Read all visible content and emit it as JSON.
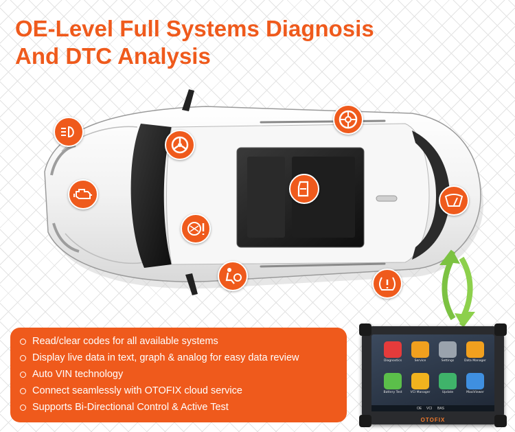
{
  "title": {
    "line1": "OE-Level Full Systems Diagnosis",
    "line2": "And DTC Analysis"
  },
  "colors": {
    "accent": "#ef5a1c",
    "text_on_accent": "#ffffff",
    "arrow_green": "#7cc242"
  },
  "system_icons": [
    {
      "name": "headlight-icon"
    },
    {
      "name": "steering-wheel-icon"
    },
    {
      "name": "wheel-icon"
    },
    {
      "name": "engine-icon"
    },
    {
      "name": "door-icon"
    },
    {
      "name": "wiper-icon"
    },
    {
      "name": "abs-warning-icon"
    },
    {
      "name": "airbag-icon"
    },
    {
      "name": "tire-pressure-icon"
    }
  ],
  "features": [
    "Read/clear codes for all available systems",
    "Display live data in text, graph & analog for easy data review",
    "Auto VIN technology",
    "Connect seamlessly with OTOFIX cloud service",
    "Supports Bi-Directional Control & Active Test"
  ],
  "tablet": {
    "brand": "OTOFIX",
    "apps": [
      {
        "label": "Diagnostics",
        "color": "#e53b3b"
      },
      {
        "label": "Service",
        "color": "#f1a01e"
      },
      {
        "label": "Settings",
        "color": "#9aa3ad"
      },
      {
        "label": "Data Manager",
        "color": "#f1a01e"
      },
      {
        "label": "Battery Test",
        "color": "#5bbf4a"
      },
      {
        "label": "VCI Manager",
        "color": "#f1b31e"
      },
      {
        "label": "Update",
        "color": "#3fb36a"
      },
      {
        "label": "MaxiViewer",
        "color": "#3f8fe0"
      }
    ],
    "status_bar": [
      "OE",
      "VCI",
      "BAS"
    ]
  }
}
